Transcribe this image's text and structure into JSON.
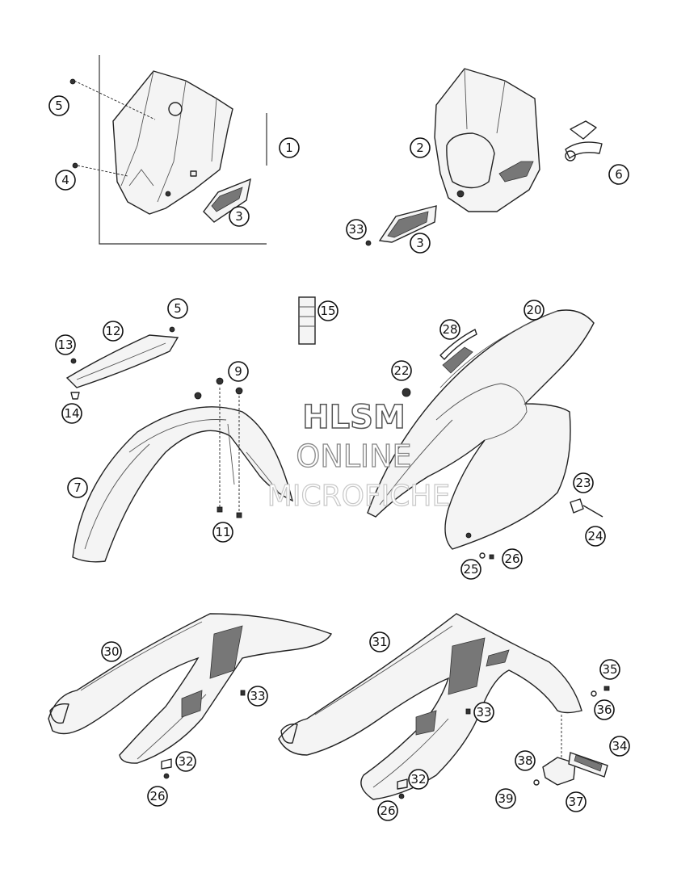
{
  "diagram": {
    "watermark": {
      "line1": "HLSM",
      "line2": "ONLINE",
      "line3": "MICROFICHE"
    },
    "callouts": [
      {
        "id": "c1",
        "label": "1"
      },
      {
        "id": "c2",
        "label": "2"
      },
      {
        "id": "c3a",
        "label": "3"
      },
      {
        "id": "c3b",
        "label": "3"
      },
      {
        "id": "c4",
        "label": "4"
      },
      {
        "id": "c5a",
        "label": "5"
      },
      {
        "id": "c5b",
        "label": "5"
      },
      {
        "id": "c6",
        "label": "6"
      },
      {
        "id": "c7",
        "label": "7"
      },
      {
        "id": "c9",
        "label": "9"
      },
      {
        "id": "c11",
        "label": "11"
      },
      {
        "id": "c12",
        "label": "12"
      },
      {
        "id": "c13",
        "label": "13"
      },
      {
        "id": "c14",
        "label": "14"
      },
      {
        "id": "c15",
        "label": "15"
      },
      {
        "id": "c20",
        "label": "20"
      },
      {
        "id": "c22",
        "label": "22"
      },
      {
        "id": "c23",
        "label": "23"
      },
      {
        "id": "c24",
        "label": "24"
      },
      {
        "id": "c25",
        "label": "25"
      },
      {
        "id": "c26a",
        "label": "26"
      },
      {
        "id": "c26b",
        "label": "26"
      },
      {
        "id": "c26c",
        "label": "26"
      },
      {
        "id": "c28",
        "label": "28"
      },
      {
        "id": "c30",
        "label": "30"
      },
      {
        "id": "c31",
        "label": "31"
      },
      {
        "id": "c32a",
        "label": "32"
      },
      {
        "id": "c32b",
        "label": "32"
      },
      {
        "id": "c33a",
        "label": "33"
      },
      {
        "id": "c33b",
        "label": "33"
      },
      {
        "id": "c33c",
        "label": "33"
      },
      {
        "id": "c34",
        "label": "34"
      },
      {
        "id": "c35",
        "label": "35"
      },
      {
        "id": "c36",
        "label": "36"
      },
      {
        "id": "c37",
        "label": "37"
      },
      {
        "id": "c38",
        "label": "38"
      },
      {
        "id": "c39",
        "label": "39"
      }
    ]
  }
}
